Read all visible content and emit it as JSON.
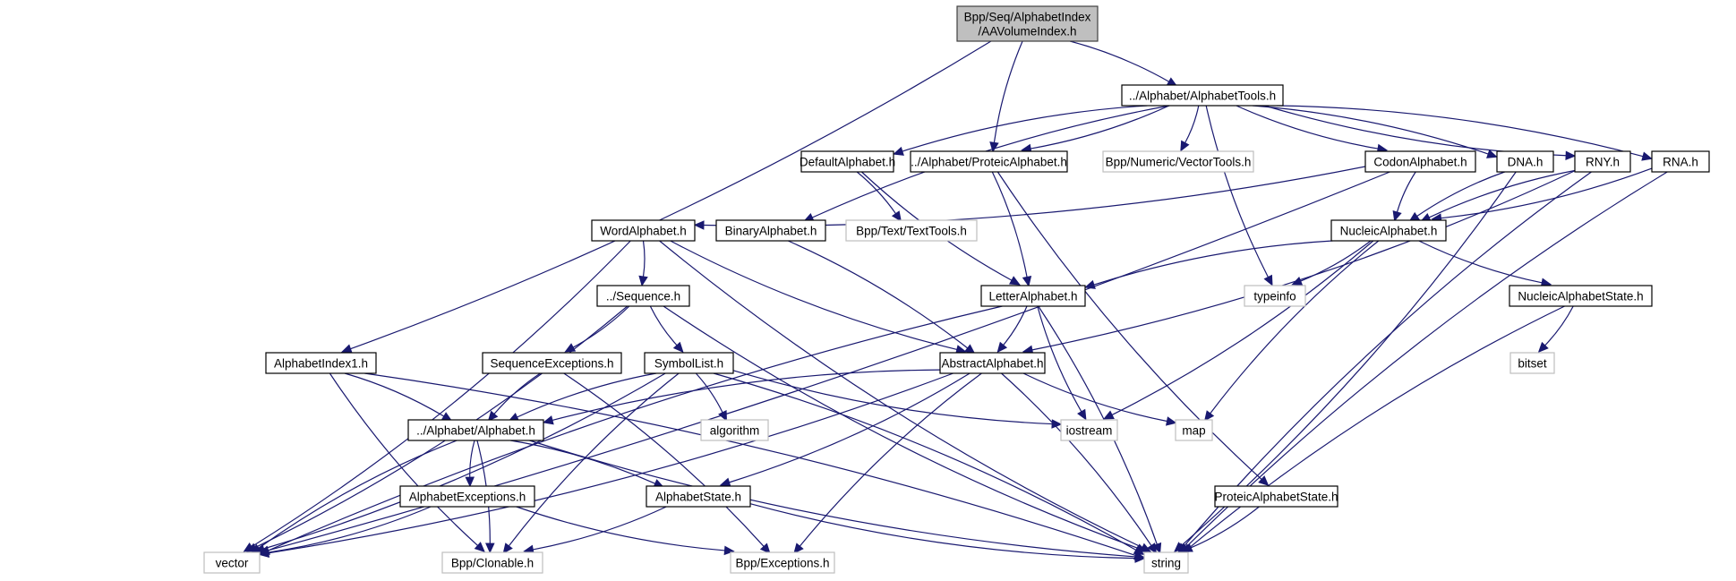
{
  "diagram": {
    "type": "include-dependency-graph",
    "colors": {
      "edge": "#191970",
      "root_fill": "#bfbfbf",
      "local_border": "#000000",
      "external_border": "#bfbfbf"
    },
    "nodes": [
      {
        "id": "root",
        "kind": "root",
        "lines": [
          "Bpp/Seq/AlphabetIndex",
          "/AAVolumeIndex.h"
        ]
      },
      {
        "id": "alphabettools",
        "kind": "local",
        "lines": [
          "../Alphabet/AlphabetTools.h"
        ]
      },
      {
        "id": "defaultalphabet",
        "kind": "local",
        "lines": [
          "DefaultAlphabet.h"
        ]
      },
      {
        "id": "proteicalphabet",
        "kind": "local",
        "lines": [
          "../Alphabet/ProteicAlphabet.h"
        ]
      },
      {
        "id": "vectortools",
        "kind": "ext",
        "lines": [
          "Bpp/Numeric/VectorTools.h"
        ]
      },
      {
        "id": "codonalphabet",
        "kind": "local",
        "lines": [
          "CodonAlphabet.h"
        ]
      },
      {
        "id": "dna",
        "kind": "local",
        "lines": [
          "DNA.h"
        ]
      },
      {
        "id": "rny",
        "kind": "local",
        "lines": [
          "RNY.h"
        ]
      },
      {
        "id": "rna",
        "kind": "local",
        "lines": [
          "RNA.h"
        ]
      },
      {
        "id": "wordalphabet",
        "kind": "local",
        "lines": [
          "WordAlphabet.h"
        ]
      },
      {
        "id": "binaryalphabet",
        "kind": "local",
        "lines": [
          "BinaryAlphabet.h"
        ]
      },
      {
        "id": "texttools",
        "kind": "ext",
        "lines": [
          "Bpp/Text/TextTools.h"
        ]
      },
      {
        "id": "nucleicalphabet",
        "kind": "local",
        "lines": [
          "NucleicAlphabet.h"
        ]
      },
      {
        "id": "sequence",
        "kind": "local",
        "lines": [
          "../Sequence.h"
        ]
      },
      {
        "id": "letteralphabet",
        "kind": "local",
        "lines": [
          "LetterAlphabet.h"
        ]
      },
      {
        "id": "typeinfo",
        "kind": "ext",
        "lines": [
          "typeinfo"
        ]
      },
      {
        "id": "nucleicalphabetstate",
        "kind": "local",
        "lines": [
          "NucleicAlphabetState.h"
        ]
      },
      {
        "id": "alphabetindex1",
        "kind": "local",
        "lines": [
          "AlphabetIndex1.h"
        ]
      },
      {
        "id": "sequenceexceptions",
        "kind": "local",
        "lines": [
          "SequenceExceptions.h"
        ]
      },
      {
        "id": "symbollist",
        "kind": "local",
        "lines": [
          "SymbolList.h"
        ]
      },
      {
        "id": "abstractalphabet",
        "kind": "local",
        "lines": [
          "AbstractAlphabet.h"
        ]
      },
      {
        "id": "bitset",
        "kind": "ext",
        "lines": [
          "bitset"
        ]
      },
      {
        "id": "alphabet",
        "kind": "local",
        "lines": [
          "../Alphabet/Alphabet.h"
        ]
      },
      {
        "id": "algorithm",
        "kind": "ext",
        "lines": [
          "algorithm"
        ]
      },
      {
        "id": "iostream",
        "kind": "ext",
        "lines": [
          "iostream"
        ]
      },
      {
        "id": "map",
        "kind": "ext",
        "lines": [
          "map"
        ]
      },
      {
        "id": "alphabetexceptions",
        "kind": "local",
        "lines": [
          "AlphabetExceptions.h"
        ]
      },
      {
        "id": "alphabetstate",
        "kind": "local",
        "lines": [
          "AlphabetState.h"
        ]
      },
      {
        "id": "proteicalphabetstate",
        "kind": "local",
        "lines": [
          "ProteicAlphabetState.h"
        ]
      },
      {
        "id": "vector",
        "kind": "ext",
        "lines": [
          "vector"
        ]
      },
      {
        "id": "clonable",
        "kind": "ext",
        "lines": [
          "Bpp/Clonable.h"
        ]
      },
      {
        "id": "exceptions",
        "kind": "ext",
        "lines": [
          "Bpp/Exceptions.h"
        ]
      },
      {
        "id": "string",
        "kind": "ext",
        "lines": [
          "string"
        ]
      }
    ],
    "edges": [
      [
        "root",
        "alphabettools"
      ],
      [
        "root",
        "proteicalphabet"
      ],
      [
        "root",
        "alphabetindex1"
      ],
      [
        "alphabettools",
        "defaultalphabet"
      ],
      [
        "alphabettools",
        "proteicalphabet"
      ],
      [
        "alphabettools",
        "binaryalphabet"
      ],
      [
        "alphabettools",
        "vectortools"
      ],
      [
        "alphabettools",
        "codonalphabet"
      ],
      [
        "alphabettools",
        "dna"
      ],
      [
        "alphabettools",
        "rny"
      ],
      [
        "alphabettools",
        "rna"
      ],
      [
        "alphabettools",
        "typeinfo"
      ],
      [
        "defaultalphabet",
        "texttools"
      ],
      [
        "defaultalphabet",
        "letteralphabet"
      ],
      [
        "proteicalphabet",
        "letteralphabet"
      ],
      [
        "proteicalphabet",
        "proteicalphabetstate"
      ],
      [
        "codonalphabet",
        "wordalphabet"
      ],
      [
        "codonalphabet",
        "nucleicalphabet"
      ],
      [
        "codonalphabet",
        "vector"
      ],
      [
        "dna",
        "nucleicalphabet"
      ],
      [
        "dna",
        "string"
      ],
      [
        "rny",
        "nucleicalphabet"
      ],
      [
        "rny",
        "abstractalphabet"
      ],
      [
        "rny",
        "string"
      ],
      [
        "rna",
        "nucleicalphabet"
      ],
      [
        "rna",
        "string"
      ],
      [
        "wordalphabet",
        "sequence"
      ],
      [
        "wordalphabet",
        "abstractalphabet"
      ],
      [
        "wordalphabet",
        "vector"
      ],
      [
        "wordalphabet",
        "string"
      ],
      [
        "binaryalphabet",
        "abstractalphabet"
      ],
      [
        "nucleicalphabet",
        "letteralphabet"
      ],
      [
        "nucleicalphabet",
        "typeinfo"
      ],
      [
        "nucleicalphabet",
        "nucleicalphabetstate"
      ],
      [
        "nucleicalphabet",
        "iostream"
      ],
      [
        "nucleicalphabet",
        "map"
      ],
      [
        "sequence",
        "sequenceexceptions"
      ],
      [
        "sequence",
        "symbollist"
      ],
      [
        "sequence",
        "vector"
      ],
      [
        "sequence",
        "string"
      ],
      [
        "letteralphabet",
        "abstractalphabet"
      ],
      [
        "letteralphabet",
        "iostream"
      ],
      [
        "letteralphabet",
        "string"
      ],
      [
        "letteralphabet",
        "vector"
      ],
      [
        "nucleicalphabetstate",
        "bitset"
      ],
      [
        "nucleicalphabetstate",
        "string"
      ],
      [
        "alphabetindex1",
        "alphabet"
      ],
      [
        "alphabetindex1",
        "clonable"
      ],
      [
        "alphabetindex1",
        "string"
      ],
      [
        "sequenceexceptions",
        "alphabet"
      ],
      [
        "sequenceexceptions",
        "exceptions"
      ],
      [
        "symbollist",
        "alphabet"
      ],
      [
        "symbollist",
        "algorithm"
      ],
      [
        "symbollist",
        "iostream"
      ],
      [
        "symbollist",
        "vector"
      ],
      [
        "symbollist",
        "clonable"
      ],
      [
        "symbollist",
        "string"
      ],
      [
        "abstractalphabet",
        "alphabet"
      ],
      [
        "abstractalphabet",
        "alphabetstate"
      ],
      [
        "abstractalphabet",
        "map"
      ],
      [
        "abstractalphabet",
        "string"
      ],
      [
        "abstractalphabet",
        "exceptions"
      ],
      [
        "abstractalphabet",
        "vector"
      ],
      [
        "alphabet",
        "alphabetexceptions"
      ],
      [
        "alphabet",
        "alphabetstate"
      ],
      [
        "alphabet",
        "vector"
      ],
      [
        "alphabet",
        "clonable"
      ],
      [
        "alphabet",
        "string"
      ],
      [
        "alphabetexceptions",
        "vector"
      ],
      [
        "alphabetexceptions",
        "exceptions"
      ],
      [
        "alphabetstate",
        "clonable"
      ],
      [
        "alphabetstate",
        "string"
      ],
      [
        "proteicalphabetstate",
        "string"
      ]
    ]
  }
}
